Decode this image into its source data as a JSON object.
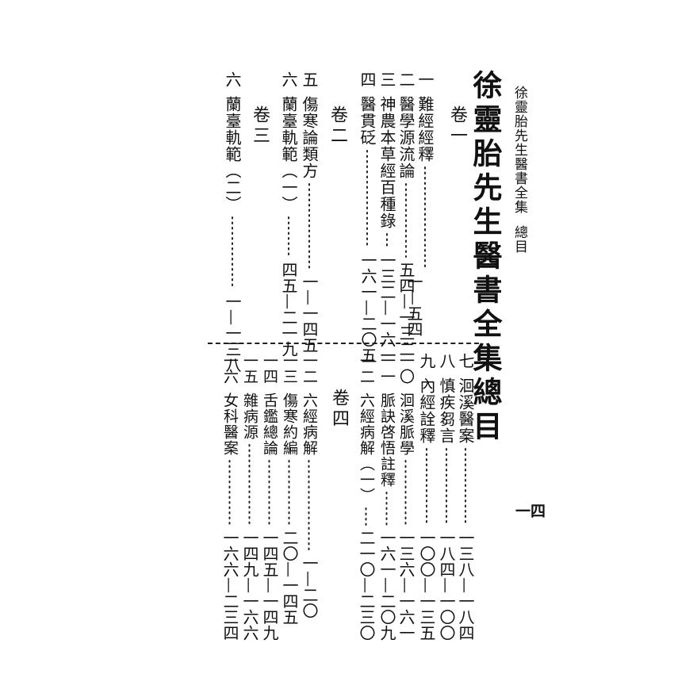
{
  "running_header": {
    "book": "徐靈胎先生醫書全集",
    "section": "總目",
    "page_number": "一四"
  },
  "title": "徐靈胎先生醫書全集總目",
  "volumes": [
    {
      "label": "卷一"
    },
    {
      "label": "卷二"
    },
    {
      "label": "卷三"
    },
    {
      "label": "卷四"
    }
  ],
  "top_entries": [
    {
      "number": "一",
      "title": "難經經釋",
      "pages": "一—五四"
    },
    {
      "number": "二",
      "title": "醫學源流論",
      "pages": "五四—一三二"
    },
    {
      "number": "三",
      "title": "神農本草經百種錄",
      "pages": "一三二—一六一"
    },
    {
      "number": "四",
      "title": "醫貫砭",
      "pages": "一六一—二〇五"
    },
    {
      "number": "五",
      "title": "傷寒論類方",
      "pages": "一—一四五"
    },
    {
      "number": "六",
      "title": "蘭臺軌範（一）",
      "pages": "四五—二一九"
    },
    {
      "number": "六",
      "title": "蘭臺軌範（二）",
      "pages": "一—一三八"
    }
  ],
  "bottom_entries": [
    {
      "number": "七",
      "title": "洄溪醫案",
      "pages": "一三八—一八四"
    },
    {
      "number": "八",
      "title": "慎疾芻言",
      "pages": "一八四—一〇〇"
    },
    {
      "number": "九",
      "title": "內經詮釋",
      "pages": "一〇〇—一三五"
    },
    {
      "number": "一〇",
      "title": "洄溪脈學",
      "pages": "一三六—一六一"
    },
    {
      "number": "一一",
      "title": "脈訣啓悟註釋",
      "pages": "一六一—二〇九"
    },
    {
      "number": "一二",
      "title": "六經病解（一）",
      "pages": "二一〇—二三〇"
    },
    {
      "number": "一二",
      "title": "六經病解",
      "pages": "一—二〇"
    },
    {
      "number": "一三",
      "title": "傷寒約編",
      "pages": "二〇—一四五"
    },
    {
      "number": "一四",
      "title": "舌鑑總論",
      "pages": "一四五—一四九"
    },
    {
      "number": "一五",
      "title": "雜病源",
      "pages": "一四九—一六六"
    },
    {
      "number": "一六",
      "title": "女科醫案",
      "pages": "一六六—二三四"
    }
  ]
}
